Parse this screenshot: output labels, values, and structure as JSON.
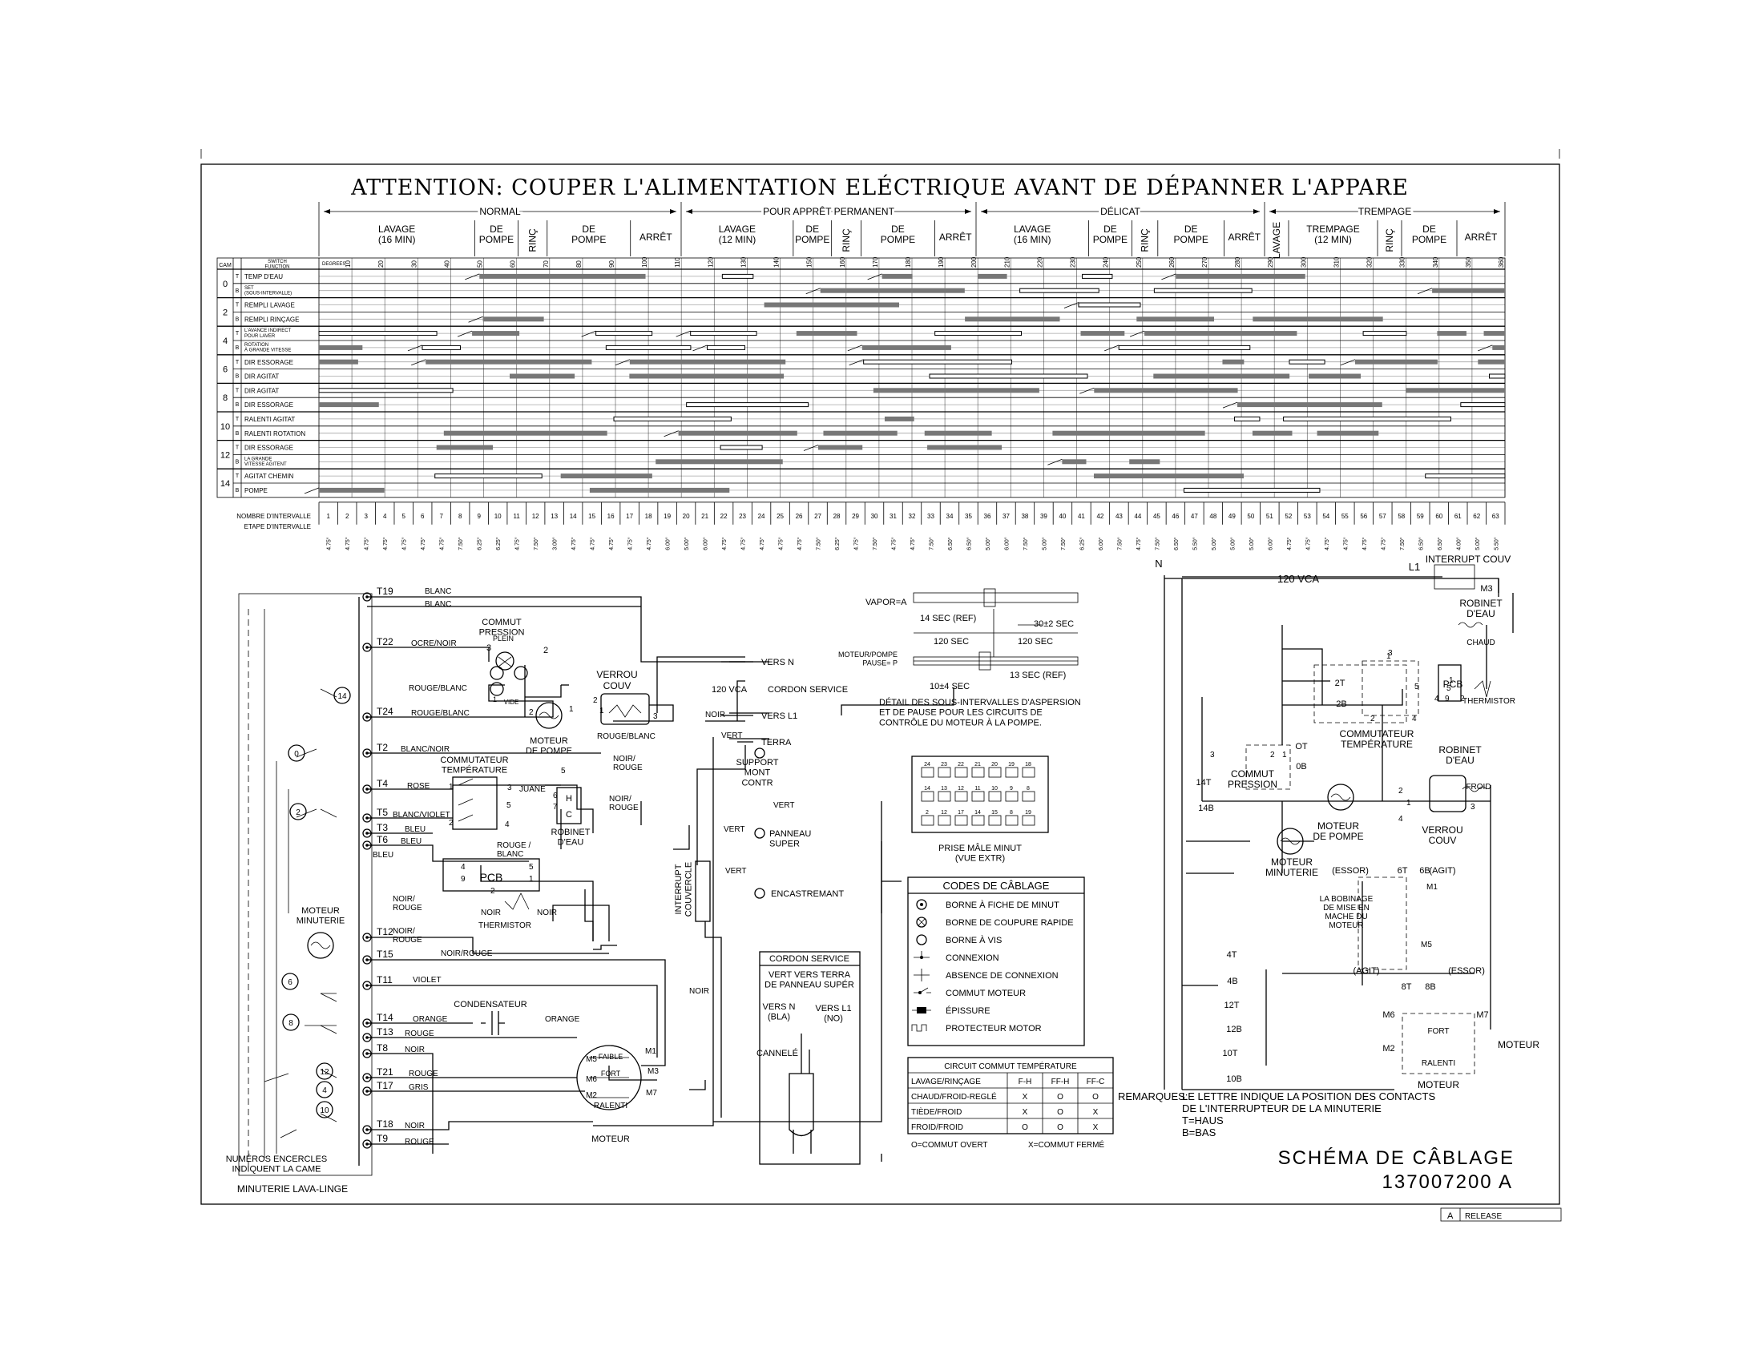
{
  "title": "ATTENTION:  COUPER  L'ALIMENTATION  ELÉCTRIQUE  AVANT  DE  DÉPANNER  L'APPARE",
  "cycles": [
    {
      "name": "NORMAL",
      "phases": [
        "LAVAGE\n(16 MIN)",
        "DE\nPOMPE",
        "RINÇ",
        "DE\nPOMPE",
        "ARRÊT"
      ]
    },
    {
      "name": "POUR APPRÊT PERMANENT",
      "phases": [
        "LAVAGE\n(12 MIN)",
        "DE\nPOMPE",
        "RINÇ",
        "DE\nPOMPE",
        "ARRÊT"
      ]
    },
    {
      "name": "DÉLICAT",
      "phases": [
        "LAVAGE\n(16 MIN)",
        "DE\nPOMPE",
        "RINÇ",
        "DE\nPOMPE",
        "ARRÊT"
      ]
    },
    {
      "name": "TREMPAGE",
      "phases": [
        "LAVAGE",
        "TREMPAGE\n(12 MIN)",
        "RINÇ",
        "DE\nPOMPE",
        "ARRÊT"
      ]
    }
  ],
  "timer_chart": {
    "col_cam": "CAM",
    "col_switch": "SWITCH\nFUNCTION",
    "degrees_label": "DEGREES",
    "degrees": [
      "10",
      "20",
      "30",
      "40",
      "50",
      "60",
      "70",
      "80",
      "90",
      "100",
      "110",
      "120",
      "130",
      "140",
      "150",
      "160",
      "170",
      "180",
      "190",
      "200",
      "210",
      "220",
      "230",
      "240",
      "250",
      "260",
      "270",
      "280",
      "290",
      "300",
      "310",
      "320",
      "330",
      "340",
      "350",
      "360"
    ],
    "cams": [
      {
        "cam": "0",
        "rows": [
          {
            "pos": "T",
            "fn": "TEMP D'EAU"
          },
          {
            "pos": "B",
            "fn": "SET\n(SOUS-INTERVALLE)"
          }
        ]
      },
      {
        "cam": "2",
        "rows": [
          {
            "pos": "T",
            "fn": "REMPLI LAVAGE"
          },
          {
            "pos": "B",
            "fn": "REMPLI RINÇAGE"
          }
        ]
      },
      {
        "cam": "4",
        "rows": [
          {
            "pos": "T",
            "fn": "L'AVANCE INDIRECT\nPOUR LAVER"
          },
          {
            "pos": "B",
            "fn": "ROTATION\nÀ GRANDE VITESSE"
          }
        ]
      },
      {
        "cam": "6",
        "rows": [
          {
            "pos": "T",
            "fn": "DIR ESSORAGE"
          },
          {
            "pos": "B",
            "fn": "DIR AGITAT"
          }
        ]
      },
      {
        "cam": "8",
        "rows": [
          {
            "pos": "T",
            "fn": "DIR AGITAT"
          },
          {
            "pos": "B",
            "fn": "DIR ESSORAGE"
          }
        ]
      },
      {
        "cam": "10",
        "rows": [
          {
            "pos": "T",
            "fn": "RALENTI AGITAT"
          },
          {
            "pos": "B",
            "fn": "RALENTI ROTATION"
          }
        ]
      },
      {
        "cam": "12",
        "rows": [
          {
            "pos": "T",
            "fn": "DIR ESSORAGE"
          },
          {
            "pos": "B",
            "fn": "LA GRANDE\nVITESSE AGITENT"
          }
        ]
      },
      {
        "cam": "14",
        "rows": [
          {
            "pos": "T",
            "fn": "AGITAT CHEMIN"
          },
          {
            "pos": "B",
            "fn": "POMPE"
          }
        ]
      }
    ],
    "interval_number_label": "NOMBRE D'INTERVALLE",
    "interval_step_label": "ETAPE D'INTERVALLE",
    "interval_steps": [
      "4.75°",
      "4.75°",
      "4.75°",
      "4.75°",
      "4.75°",
      "4.75°",
      "4.75°",
      "7.50°",
      "6.25°",
      "6.25°",
      "4.75°",
      "7.50°",
      "3.00°",
      "4.75°",
      "4.75°",
      "4.75°",
      "4.75°",
      "4.75°",
      "6.00°",
      "5.00°",
      "6.00°",
      "4.75°",
      "4.75°",
      "4.75°",
      "4.75°",
      "4.75°",
      "7.50°",
      "6.25°",
      "4.75°",
      "7.50°",
      "4.75°",
      "4.75°",
      "7.50°",
      "6.50°",
      "6.50°",
      "5.00°",
      "6.00°",
      "7.50°",
      "5.00°",
      "7.50°",
      "6.25°",
      "6.00°",
      "7.50°",
      "4.75°",
      "7.50°",
      "6.50°",
      "5.50°",
      "5.00°",
      "5.00°",
      "5.00°",
      "6.00°",
      "4.75°",
      "4.75°",
      "4.75°",
      "4.75°",
      "4.75°",
      "4.75°",
      "7.50°",
      "6.50°",
      "6.50°",
      "4.00°",
      "5.00°",
      "5.50°"
    ]
  },
  "schematic": {
    "terminals": [
      "T19",
      "T22",
      "T24",
      "T2",
      "T4",
      "T5",
      "T3",
      "T6",
      "T12",
      "T15",
      "T11",
      "T14",
      "T13",
      "T8",
      "T21",
      "T17",
      "T18",
      "T9"
    ],
    "wires": {
      "blanc": "BLANC",
      "blanc2": "BLANC",
      "ocre_noir": "OCRE/NOIR",
      "rouge_blanc": "ROUGE/BLANC",
      "rouge_blanc2": "ROUGE/BLANC",
      "blanc_noir": "BLANC/NOIR",
      "rose": "ROSE",
      "blanc_violet": "BLANC/VIOLET",
      "bleu": "BLEU",
      "bleu2": "BLEU",
      "bleu3": "BLEU",
      "noir_rouge": "NOIR/\nROUGE",
      "noir_rouge2": "NOIR/\nROUGE",
      "noir_rouge3": "NOIR/ROUGE",
      "violet": "VIOLET",
      "orange": "ORANGE",
      "orange2": "ORANGE",
      "rouge": "ROUGE",
      "noir": "NOIR",
      "rouge2": "ROUGE",
      "gris": "GRIS",
      "noir2": "NOIR",
      "rouge3": "ROUGE",
      "juane": "JUANE",
      "rouge_blanc3": "ROUGE/BLANC",
      "noir_rouge4": "NOIR/\nROUGE",
      "noir_rouge5": "NOIR/\nROUGE",
      "rouge_blanc4": "ROUGE /\nBLANC",
      "noir3": "NOIR",
      "noir4": "NOIR",
      "vert": "VERT",
      "vert2": "VERT",
      "vert3": "VERT",
      "vert4": "VERT",
      "noir5": "NOIR",
      "noir6": "NOIR"
    },
    "labels": {
      "commut_pression": "COMMUT\nPRESSION",
      "plein": "PLEIN",
      "vide": "VIDE",
      "verrou": "VERROU\nCOUV",
      "moteur_pompe": "MOTEUR\nDE POMPE",
      "commutateur_temp": "COMMUTATEUR\nTEMPÉRATURE",
      "robinet": "ROBINET\nD'EAU",
      "pcb": "PCB",
      "thermistor": "THERMISTOR",
      "moteur_minuterie": "MOTEUR\nMINUTERIE",
      "condensateur": "CONDENSATEUR",
      "faible": "FAIBLE",
      "fort": "FORT",
      "ralenti": "RALENTI",
      "moteur": "MOTEUR",
      "vers_n": "VERS N",
      "vers_l1": "VERS L1",
      "terra": "TERRA",
      "v120": "120  VCA",
      "cordon": "CORDON SERVICE",
      "support": "SUPPORT\nMONT\nCONTR",
      "panneau": "PANNEAU\nSUPER",
      "encastremant": "ENCASTREMANT",
      "interrupt": "INTERRUPT\nCOUVERCLE",
      "numeros": "NUMÉROS ENCERCLES\nINDIQUENT LA CAME",
      "minuterie": "MINUTERIE LAVA-LINGE",
      "pin_labels": {
        "h": "H",
        "c": "C"
      }
    },
    "cam_circles": [
      "14",
      "0",
      "2",
      "6",
      "8",
      "12",
      "4",
      "10"
    ]
  },
  "vapor_detail": {
    "vapor": "VAPOR=A",
    "ref14": "14 SEC (REF)",
    "s30": "30±2 SEC",
    "s120a": "120 SEC",
    "s120b": "120 SEC",
    "moteur_pompe": "MOTEUR/POMPE\nPAUSE= P",
    "s13": "13 SEC (REF)",
    "s10": "10±4 SEC",
    "caption": "DÉTAIL DES SOUS-INTERVALLES D'ASPERSION\nET DE PAUSE POUR LES CIRCUITS DE\nCONTRÔLE DU MOTEUR À LA POMPE."
  },
  "plug": {
    "top_pins": [
      "24",
      "23",
      "22",
      "21",
      "20",
      "19",
      "18"
    ],
    "mid_pins": [
      "14",
      "13",
      "12",
      "11",
      "10",
      "9",
      "8"
    ],
    "bot_pins": [
      "2",
      "12",
      "17",
      "14",
      "15",
      "8",
      "19"
    ],
    "caption": "PRISE MÂLE MINUT\n(VUE EXTR)"
  },
  "legend": {
    "title": "CODES DE CÂBLAGE",
    "items": [
      "BORNE À FICHE DE MINUT",
      "BORNE DE COUPURE RAPIDE",
      "BORNE À VIS",
      "CONNEXION",
      "ABSENCE DE CONNEXION",
      "COMMUT MOTEUR",
      "ÉPISSURE",
      "PROTECTEUR MOTOR"
    ]
  },
  "cordon_box": {
    "title": "CORDON SERVICE",
    "sub": "VERT VERS TERRA\nDE PANNEAU SUPÉR",
    "vers_n": "VERS N\n(BLA)",
    "vers_l1": "VERS L1\n(NO)",
    "cannele": "CANNELÉ"
  },
  "temp_table": {
    "title": "CIRCUIT COMMUT TEMPÉRATURE",
    "headers": [
      "LAVAGE/RINÇAGE",
      "F-H",
      "FF-H",
      "FF-C"
    ],
    "rows": [
      [
        "CHAUD/FROID-REGLÉ",
        "X",
        "O",
        "O"
      ],
      [
        "TIÈDE/FROID",
        "X",
        "O",
        "X"
      ],
      [
        "FROID/FROID",
        "O",
        "O",
        "X"
      ]
    ],
    "footer_o": "O=COMMUT OVERT",
    "footer_x": "X=COMMUT FERMÉ"
  },
  "ladder": {
    "n": "N",
    "l1": "L1",
    "v120": "120 VCA",
    "interrupt": "INTERRUPT COUV",
    "m3": "M3",
    "robinet_chaud": "ROBINET\nD'EAU",
    "chaud": "CHAUD",
    "commut_pression": "COMMUT\nPRESSION",
    "ot": "OT",
    "ob": "0B",
    "t14": "14T",
    "b14": "14B",
    "t2": "2T",
    "b2": "2B",
    "commut_temp": "COMMUTATEUR\nTEMPÉRATURE",
    "pcb": "PCB",
    "thermistor": "THERMISTOR",
    "robinet_froid": "ROBINET\nD'EAU",
    "froid": "FROID",
    "moteur_pompe": "MOTEUR\nDE POMPE",
    "verrou": "VERROU\nCOUV",
    "moteur_minuterie": "MOTEUR\nMINUTERIE",
    "essor": "(ESSOR)",
    "agit": "(AGIT)",
    "t6": "6T",
    "b6": "6B",
    "agit2": "(AGIT)",
    "essor2": "(ESSOR)",
    "t8": "8T",
    "b8": "8B",
    "bobinage": "LA BOBINAGE\nDE MISE EN\nMACHE DU\nMOTEUR",
    "m1": "M1",
    "m5": "M5",
    "t4": "4T",
    "b4": "4B",
    "t12": "12T",
    "b12": "12B",
    "t10": "10T",
    "b10": "10B",
    "m6": "M6",
    "m2": "M2",
    "m7": "M7",
    "fort": "FORT",
    "ralenti": "RALENTI",
    "moteur": "MOTEUR",
    "moteur2": "MOTEUR"
  },
  "remarks": {
    "label": "REMARQUES:",
    "lines": [
      "LE LETTRE INDIQUE LA POSITION DES CONTACTS",
      "DE L'INTERRUPTEUR DE LA MINUTERIE",
      "T=HAUS",
      "B=BAS"
    ]
  },
  "footer": {
    "title": "SCHÉMA DE CÂBLAGE",
    "number": "137007200  A",
    "rev": "A",
    "release": "RELEASE"
  }
}
